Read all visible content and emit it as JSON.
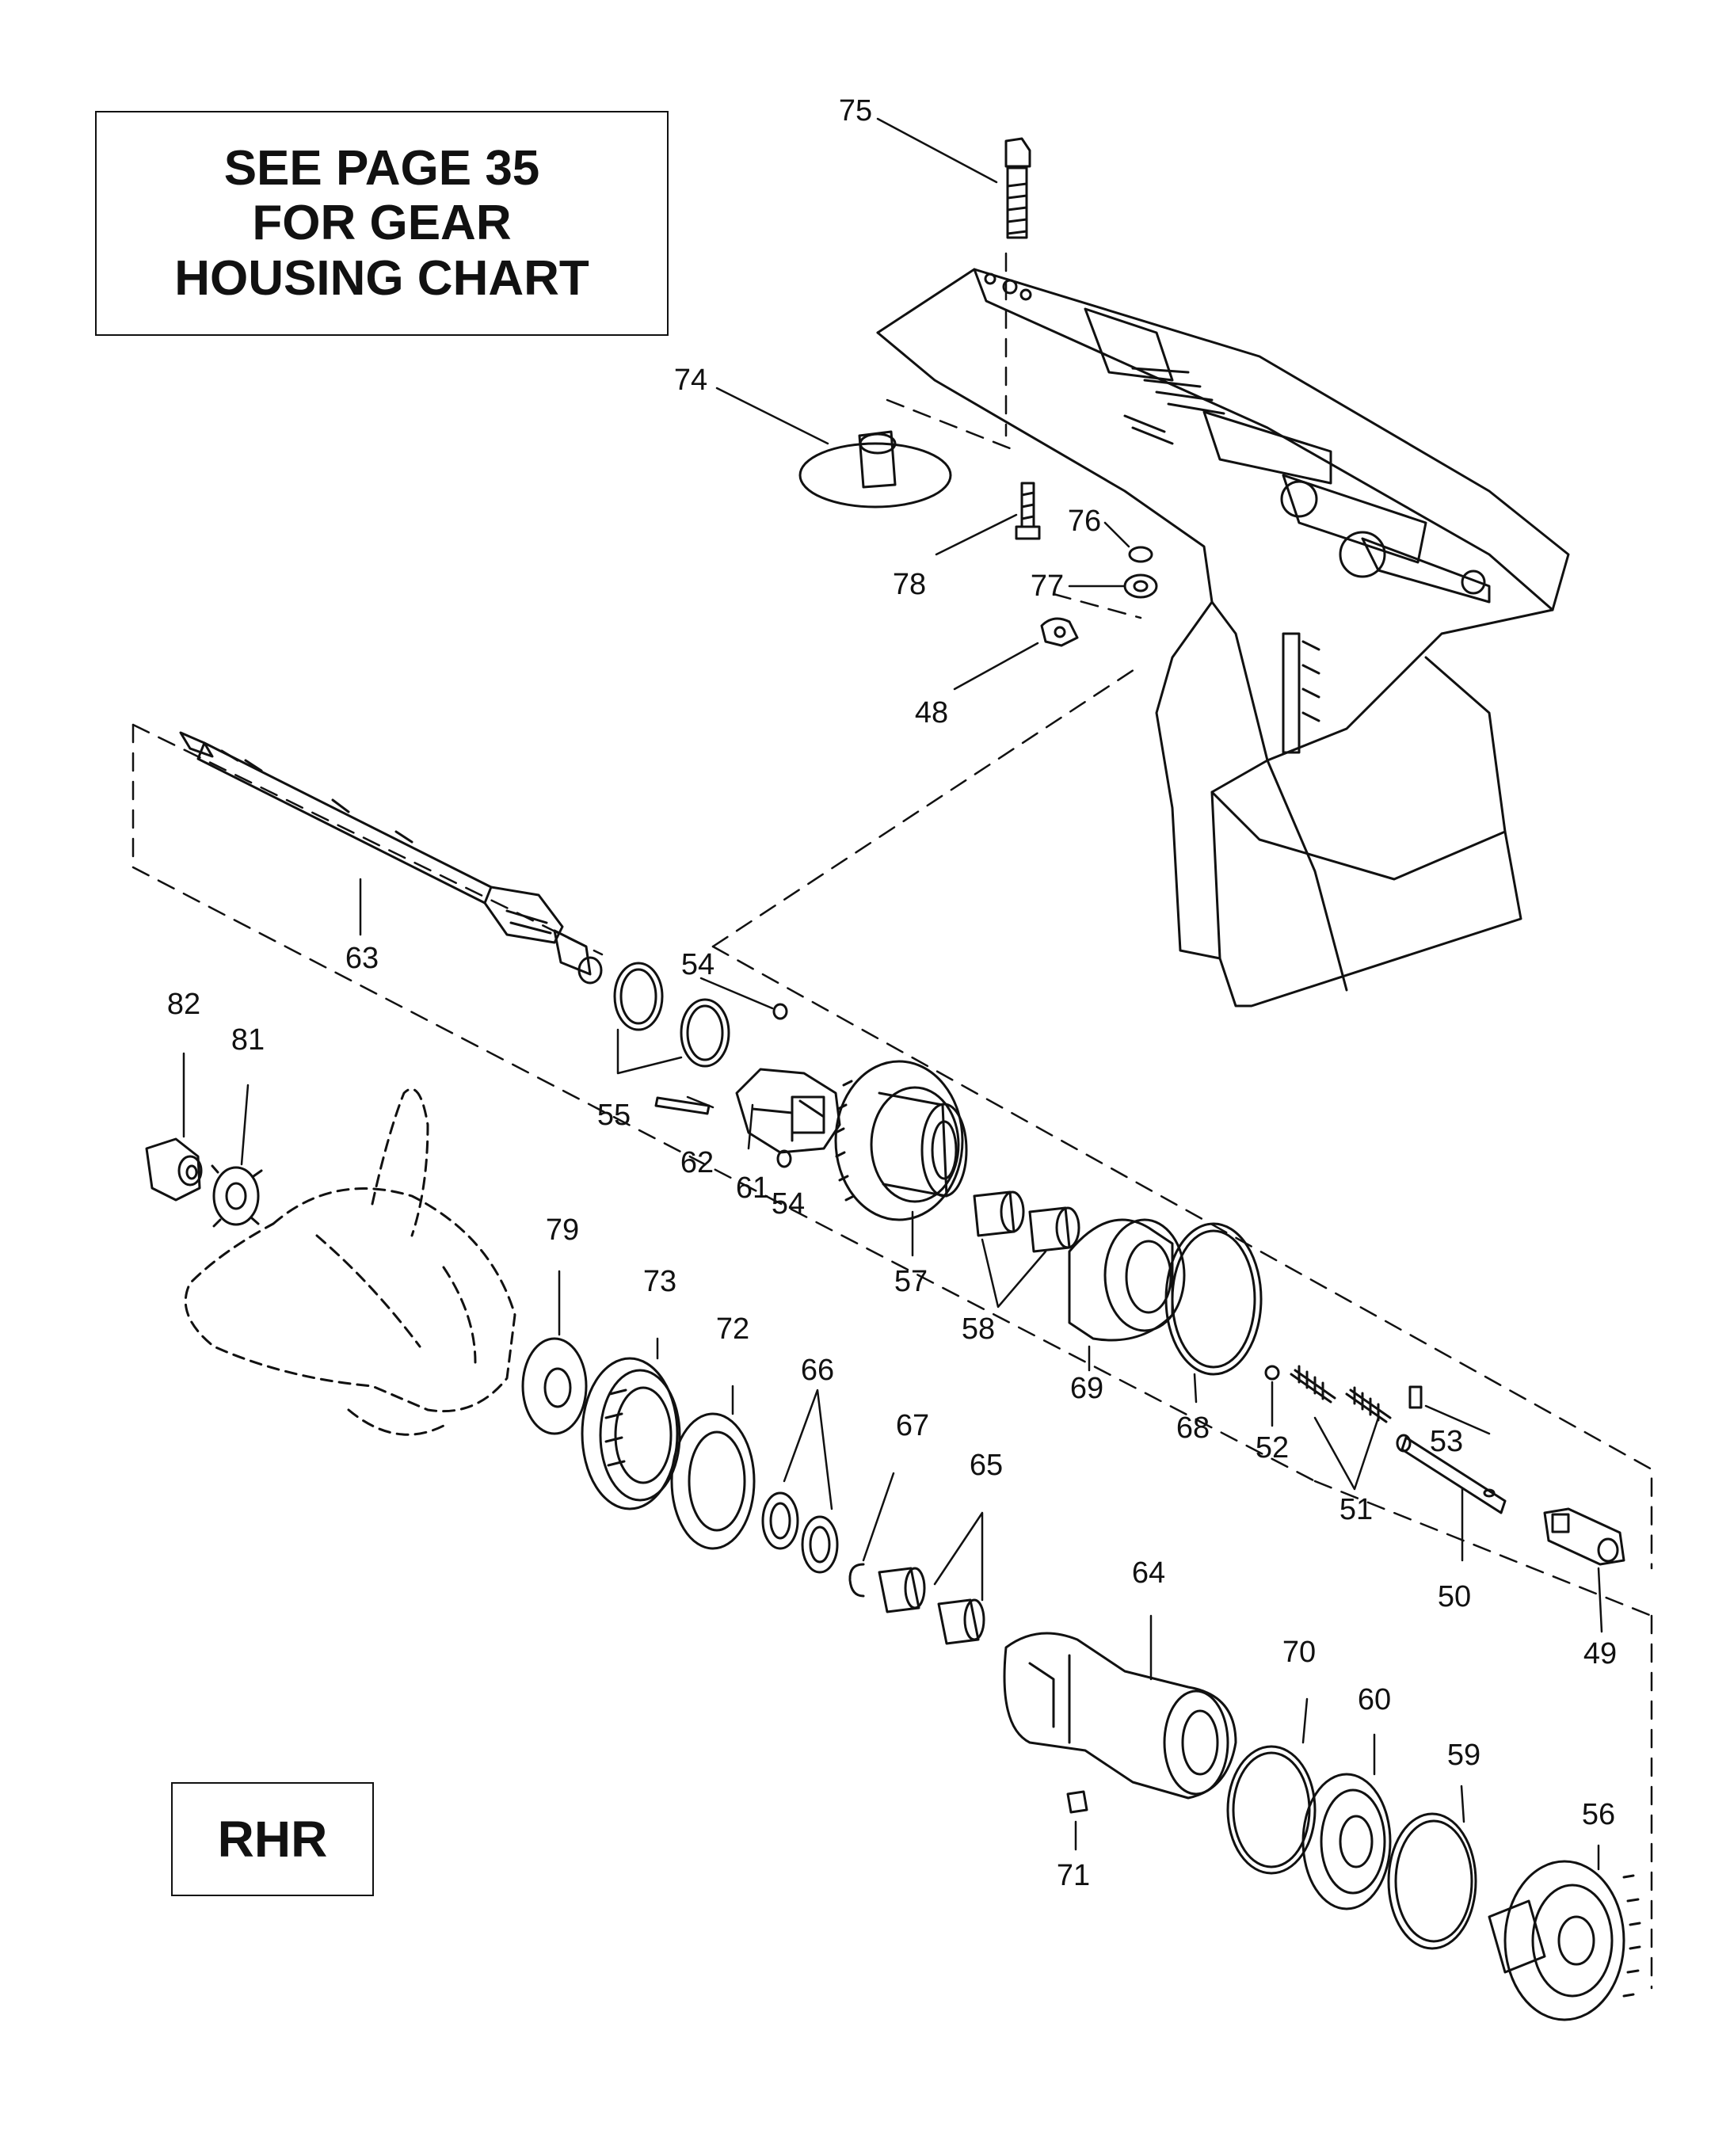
{
  "notice": {
    "lines": [
      "SEE PAGE 35",
      "FOR GEAR",
      "HOUSING CHART"
    ]
  },
  "rotation_label": "RHR",
  "parts": {
    "p48": "48",
    "p49": "49",
    "p50": "50",
    "p51": "51",
    "p52": "52",
    "p53": "53",
    "p54a": "54",
    "p54b": "54",
    "p55": "55",
    "p56": "56",
    "p57": "57",
    "p58": "58",
    "p59": "59",
    "p60": "60",
    "p61": "61",
    "p62": "62",
    "p63": "63",
    "p64": "64",
    "p65": "65",
    "p66": "66",
    "p67": "67",
    "p68": "68",
    "p69": "69",
    "p70": "70",
    "p71": "71",
    "p72": "72",
    "p73": "73",
    "p74": "74",
    "p75": "75",
    "p76": "76",
    "p77": "77",
    "p78": "78",
    "p79": "79",
    "p81": "81",
    "p82": "82"
  }
}
